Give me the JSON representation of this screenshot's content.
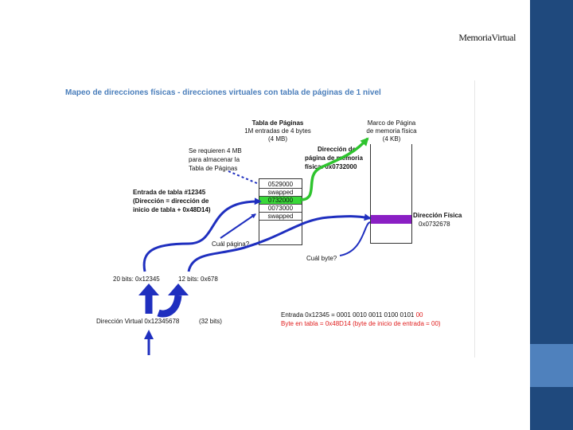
{
  "slide": {
    "title": "MemoriaVirtual",
    "colors": {
      "bar": "#1f497d",
      "bar_accent": "#4f81bd"
    }
  },
  "figure": {
    "title": "Mapeo de direcciones físicas - direcciones virtuales con tabla de páginas de 1 nivel",
    "page_table": {
      "title": "Tabla de Páginas",
      "subtitle": "1M entradas de 4 bytes",
      "size": "(4 MB)",
      "rows": [
        "0529000",
        "swapped",
        "0732000",
        "0073000",
        "swapped"
      ],
      "highlight_row": 2,
      "highlight_color": "#39d839"
    },
    "memory_frame": {
      "title_1": "Marco de Página",
      "title_2": "de memoria física",
      "size": "(4 KB)",
      "highlight_color": "#8a1fc4"
    },
    "labels": {
      "requires_1": "Se requieren 4 MB",
      "requires_2": "para almacenar la",
      "requires_3": "Tabla de Páginas",
      "frame_addr_1": "Dirección de",
      "frame_addr_2": "página de memoria",
      "frame_addr_3": "física: 0x0732000",
      "entry_1": "Entrada de tabla #12345",
      "entry_2": "(Dirección = dirección de",
      "entry_3": "inicio de tabla + 0x48D14)",
      "physical_addr_1": "Dirección Física",
      "physical_addr_2": "0x0732678",
      "which_page": "Cuál página?",
      "which_byte": "Cuál byte?",
      "bits20": "20 bits: 0x12345",
      "bits12": "12 bits: 0x678",
      "virtual_addr": "Dirección Virtual 0x12345678",
      "virtual_bits": "(32 bits)",
      "entry_binary_a": "Entrada 0x12345 = 0001 0010 0011 0100 0101 ",
      "entry_binary_b": "00",
      "byte_in_table": "Byte en tabla = 0x48D14 (byte de inicio de entrada = 00)"
    },
    "colors": {
      "arrow_blue": "#1f2fbf",
      "arrow_green": "#2ec42e",
      "title_blue": "#4a7ebb",
      "red_text": "#e02020"
    }
  }
}
